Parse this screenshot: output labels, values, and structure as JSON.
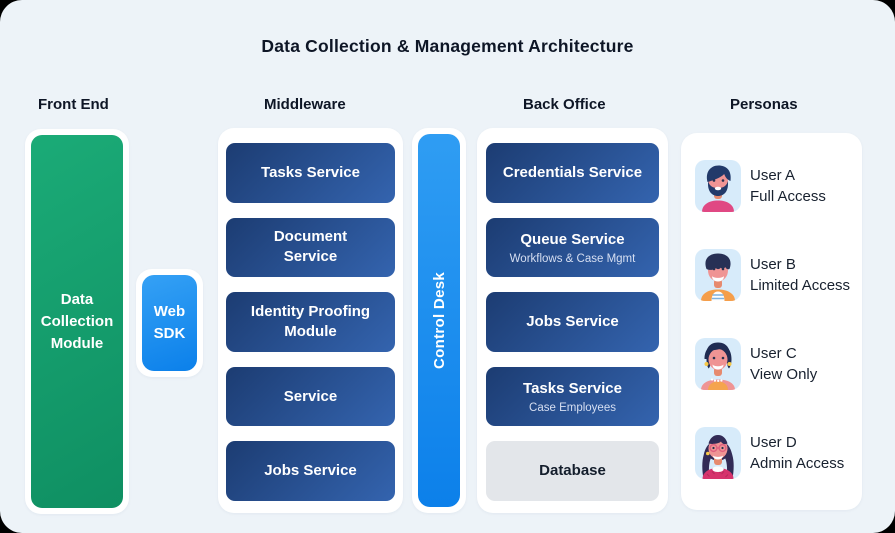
{
  "title": "Data Collection & Management Architecture",
  "front_end": {
    "header": "Front End",
    "module_label": "Data\nCollection\nModule"
  },
  "web_sdk": {
    "label": "Web\nSDK"
  },
  "middleware": {
    "header": "Middleware",
    "services": [
      "Tasks Service",
      "Document\nService",
      "Identity Proofing\nModule",
      "Service",
      "Jobs Service"
    ]
  },
  "control_desk": {
    "label": "Control Desk"
  },
  "back_office": {
    "header": "Back Office",
    "services": [
      {
        "title": "Credentials Service",
        "subtitle": ""
      },
      {
        "title": "Queue Service",
        "subtitle": "Workflows & Case Mgmt"
      },
      {
        "title": "Jobs Service",
        "subtitle": ""
      },
      {
        "title": "Tasks Service",
        "subtitle": "Case Employees"
      },
      {
        "title": "Database",
        "subtitle": ""
      }
    ]
  },
  "personas": {
    "header": "Personas",
    "users": [
      {
        "name": "User A",
        "access": "Full Access",
        "avatar_icon": "man-beard-avatar"
      },
      {
        "name": "User B",
        "access": "Limited Access",
        "avatar_icon": "man-curly-hair-avatar"
      },
      {
        "name": "User C",
        "access": "View Only",
        "avatar_icon": "woman-bob-hair-avatar"
      },
      {
        "name": "User D",
        "access": "Admin Access",
        "avatar_icon": "woman-glasses-avatar"
      }
    ]
  },
  "colors": {
    "canvas_background": "#edf3f8",
    "container_background": "#ffffff",
    "green_gradient": [
      "#1bab77",
      "#0f8f62"
    ],
    "bright_blue_gradient": [
      "#35a1f5",
      "#0b80ea"
    ],
    "navy_gradient": [
      "#1c3c72",
      "#3464af"
    ],
    "database_gray": "#e3e6ea",
    "avatar_background": "#d7ebfa",
    "text_dark": "#0e1626",
    "text_light": "#ffffff"
  }
}
